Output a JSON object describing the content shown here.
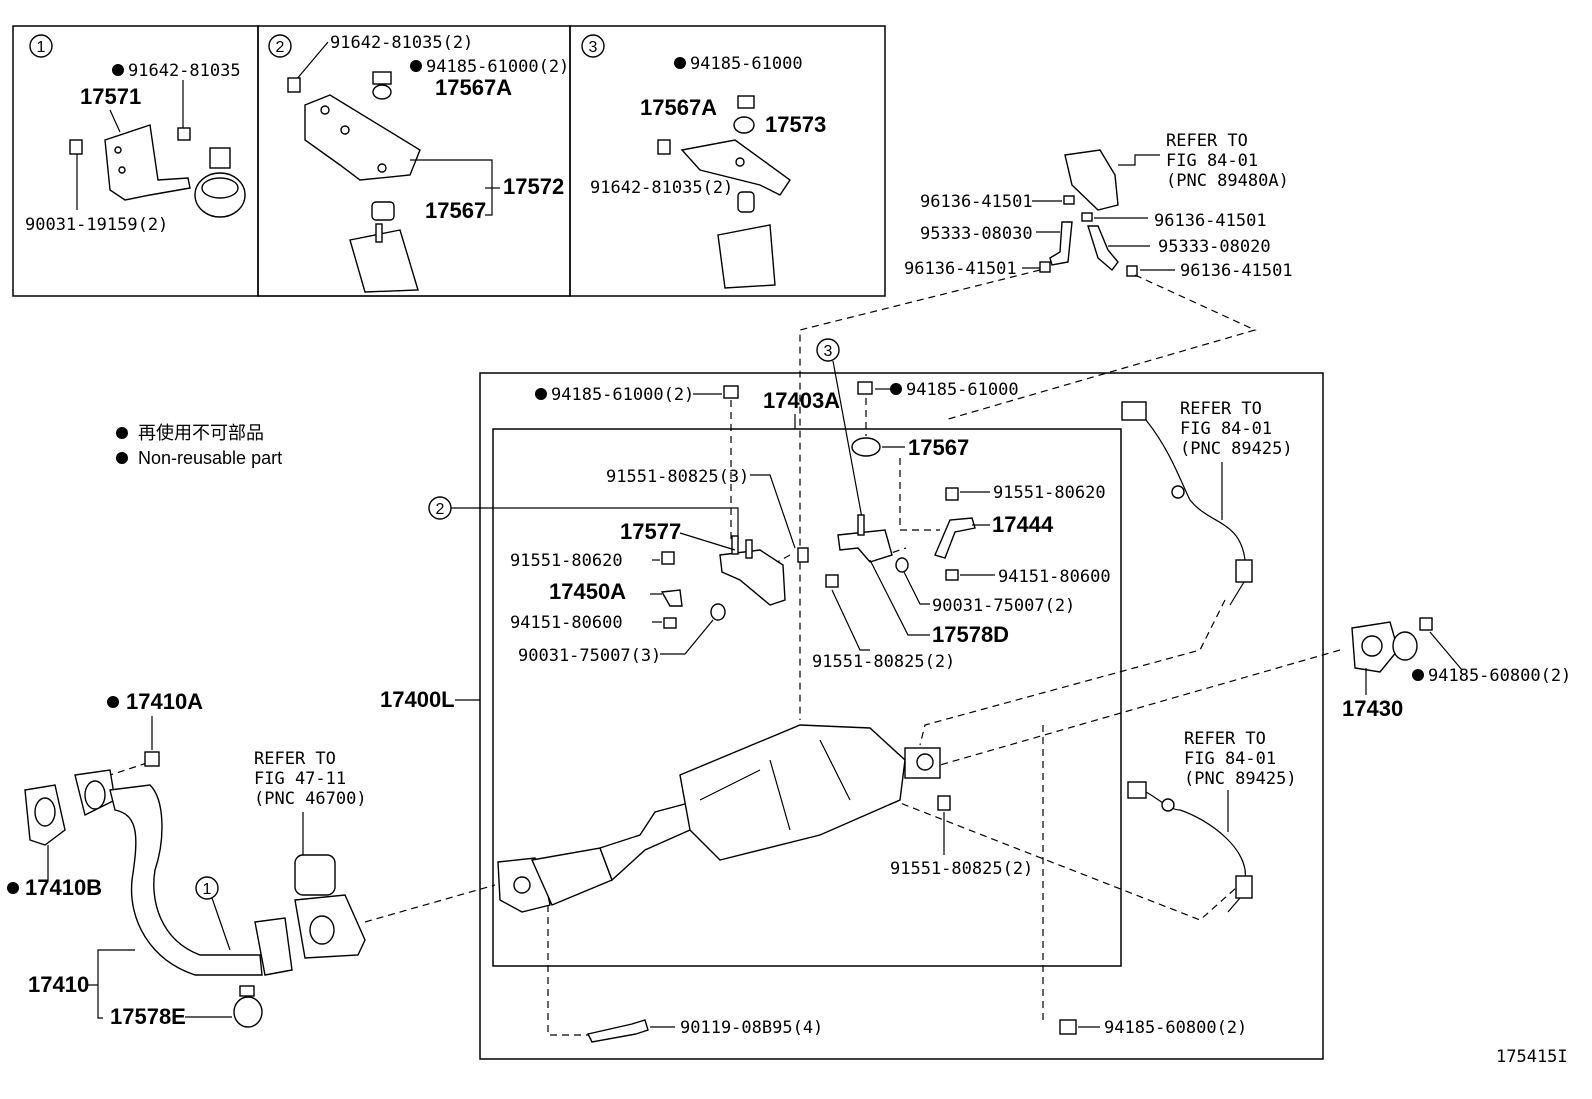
{
  "figure_id": "175415I",
  "legend": {
    "japanese": "再使用不可部品",
    "english": "Non-reusable part"
  },
  "inset_numbers": [
    "1",
    "2",
    "3"
  ],
  "inset1": {
    "p91642_81035": "91642-81035",
    "p17571": "17571",
    "p90031_19159": "90031-19159(2)"
  },
  "inset2": {
    "p91642_81035_2": "91642-81035(2)",
    "p94185_61000_2": "94185-61000(2)",
    "p17567A": "17567A",
    "p17572": "17572",
    "p17567": "17567"
  },
  "inset3": {
    "p94185_61000": "94185-61000",
    "p17567A": "17567A",
    "p17573": "17573",
    "p91642_81035_2": "91642-81035(2)"
  },
  "refs": {
    "ref_89480a": [
      "REFER TO",
      "FIG 84-01",
      "(PNC 89480A)"
    ],
    "ref_89425_top": [
      "REFER TO",
      "FIG 84-01",
      "(PNC 89425)"
    ],
    "ref_89425_bottom": [
      "REFER TO",
      "FIG 84-01",
      "(PNC 89425)"
    ],
    "ref_46700": [
      "REFER TO",
      "FIG 47-11",
      "(PNC 46700)"
    ]
  },
  "main": {
    "p96136_41501_a": "96136-41501",
    "p96136_41501_b": "96136-41501",
    "p96136_41501_c": "96136-41501",
    "p96136_41501_d": "96136-41501",
    "p95333_08030": "95333-08030",
    "p95333_08020": "95333-08020",
    "p94185_61000_2": "94185-61000(2)",
    "p94185_61000": "94185-61000",
    "p17403A": "17403A",
    "p17567": "17567",
    "p91551_80825_3": "91551-80825(3)",
    "p91551_80620_a": "91551-80620",
    "p91551_80620_b": "91551-80620",
    "p17577": "17577",
    "p17444": "17444",
    "p17450A": "17450A",
    "p94151_80600_a": "94151-80600",
    "p94151_80600_b": "94151-80600",
    "p90031_75007_2": "90031-75007(2)",
    "p90031_75007_3": "90031-75007(3)",
    "p17578D": "17578D",
    "p91551_80825_2a": "91551-80825(2)",
    "p91551_80825_2b": "91551-80825(2)",
    "p17400L": "17400L",
    "p17410A": "17410A",
    "p17410B": "17410B",
    "p17410": "17410",
    "p17578E": "17578E",
    "p17430": "17430",
    "p94185_60800_2a": "94185-60800(2)",
    "p94185_60800_2b": "94185-60800(2)",
    "p90119_08B95_4": "90119-08B95(4)"
  }
}
